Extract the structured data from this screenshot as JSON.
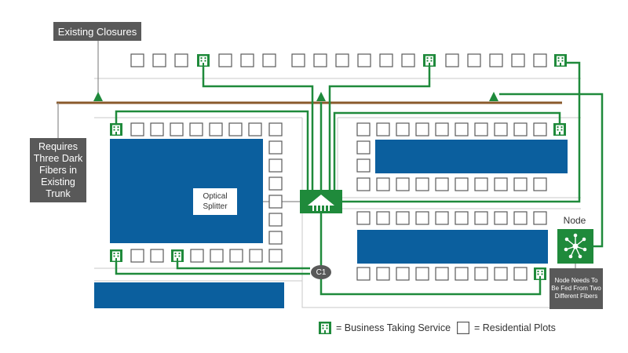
{
  "callouts": {
    "existing_closures": "Existing Closures",
    "requires_fibers": "Requires Three Dark Fibers in Existing Trunk",
    "node_note": "Node Needs To Be Fed From Two Different Fibers"
  },
  "labels": {
    "optical_splitter": "Optical Splitter",
    "node": "Node",
    "c1": "C1"
  },
  "legend": {
    "business": "= Business Taking Service",
    "residential": "= Residential Plots"
  },
  "colors": {
    "fiber_green": "#1f8a3b",
    "block_blue": "#0b5f9e",
    "trunk_brown": "#8a5a2b",
    "callout_gray": "#595959",
    "road_gray": "#c8c8c8",
    "plot_stroke": "#595959"
  },
  "icons": {
    "business": "building-icon",
    "residential": "square-plot-icon",
    "splitter": "optical-splitter-icon",
    "node": "network-node-icon",
    "closure": "triangle-closure-icon"
  }
}
